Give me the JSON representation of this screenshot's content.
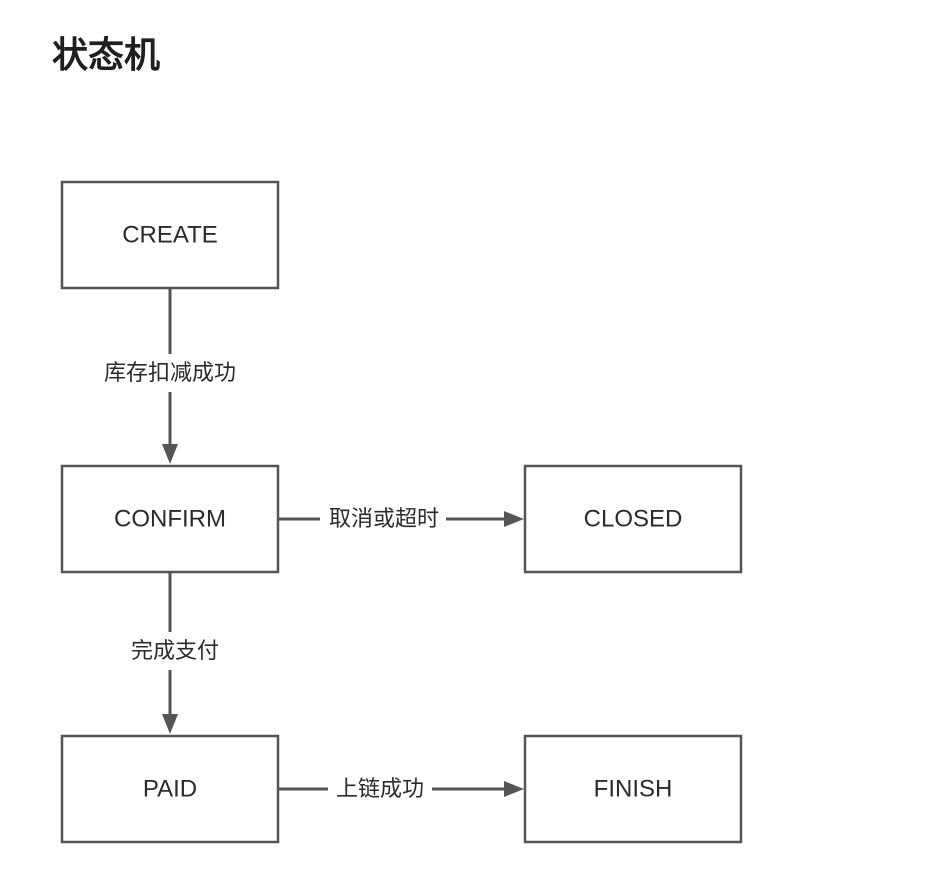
{
  "title": "状态机",
  "diagram": {
    "nodes": {
      "create": "CREATE",
      "confirm": "CONFIRM",
      "closed": "CLOSED",
      "paid": "PAID",
      "finish": "FINISH"
    },
    "edges": {
      "create_to_confirm": "库存扣减成功",
      "confirm_to_closed": "取消或超时",
      "confirm_to_paid": "完成支付",
      "paid_to_finish": "上链成功"
    },
    "colors": {
      "stroke": "#555555",
      "text": "#2b2b2b",
      "background": "#ffffff"
    }
  }
}
